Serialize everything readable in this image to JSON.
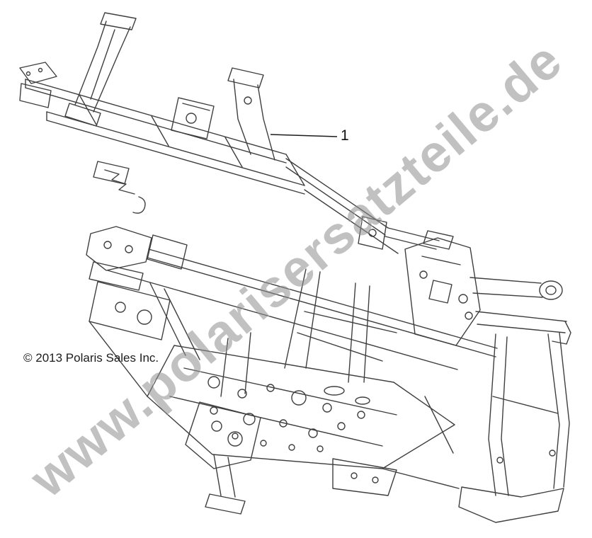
{
  "page": {
    "background_color": "#ffffff"
  },
  "diagram": {
    "subject": "frame-assembly-line-art",
    "line_color": "#3f3f3f",
    "copyright": "© 2013 Polaris Sales Inc.",
    "callout": {
      "label": "1"
    },
    "watermark": {
      "text": "www.polarisersatzteile.de",
      "color": "#8f8f8f"
    }
  }
}
